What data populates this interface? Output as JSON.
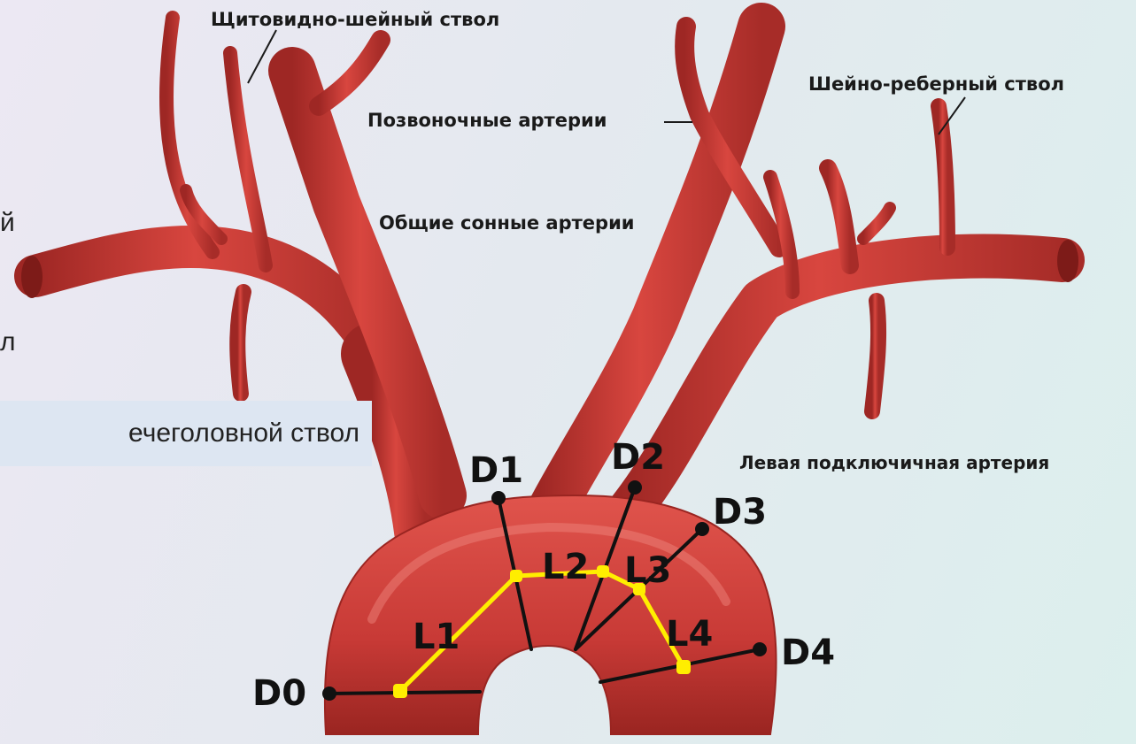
{
  "labels": {
    "thyrocervical": "Щитовидно-шейный ствол",
    "vertebral": "Позвоночные артерии",
    "common_carotid": "Общие сонные артерии",
    "costocervical": "Шейно-реберный ствол",
    "left_subclavian": "Левая подключичная артерия"
  },
  "side_text": {
    "line1": "й",
    "line2": "л"
  },
  "callout_text": "ечеголовной ствол",
  "points": {
    "d0": "D0",
    "d1": "D1",
    "d2": "D2",
    "d3": "D3",
    "d4": "D4",
    "l1": "L1",
    "l2": "L2",
    "l3": "L3",
    "l4": "L4"
  },
  "colors": {
    "artery": "#c83a36",
    "artery_dark": "#8f2320",
    "artery_light": "#e06a62",
    "centerline": "#ffee00",
    "diameter_line": "#111111"
  }
}
